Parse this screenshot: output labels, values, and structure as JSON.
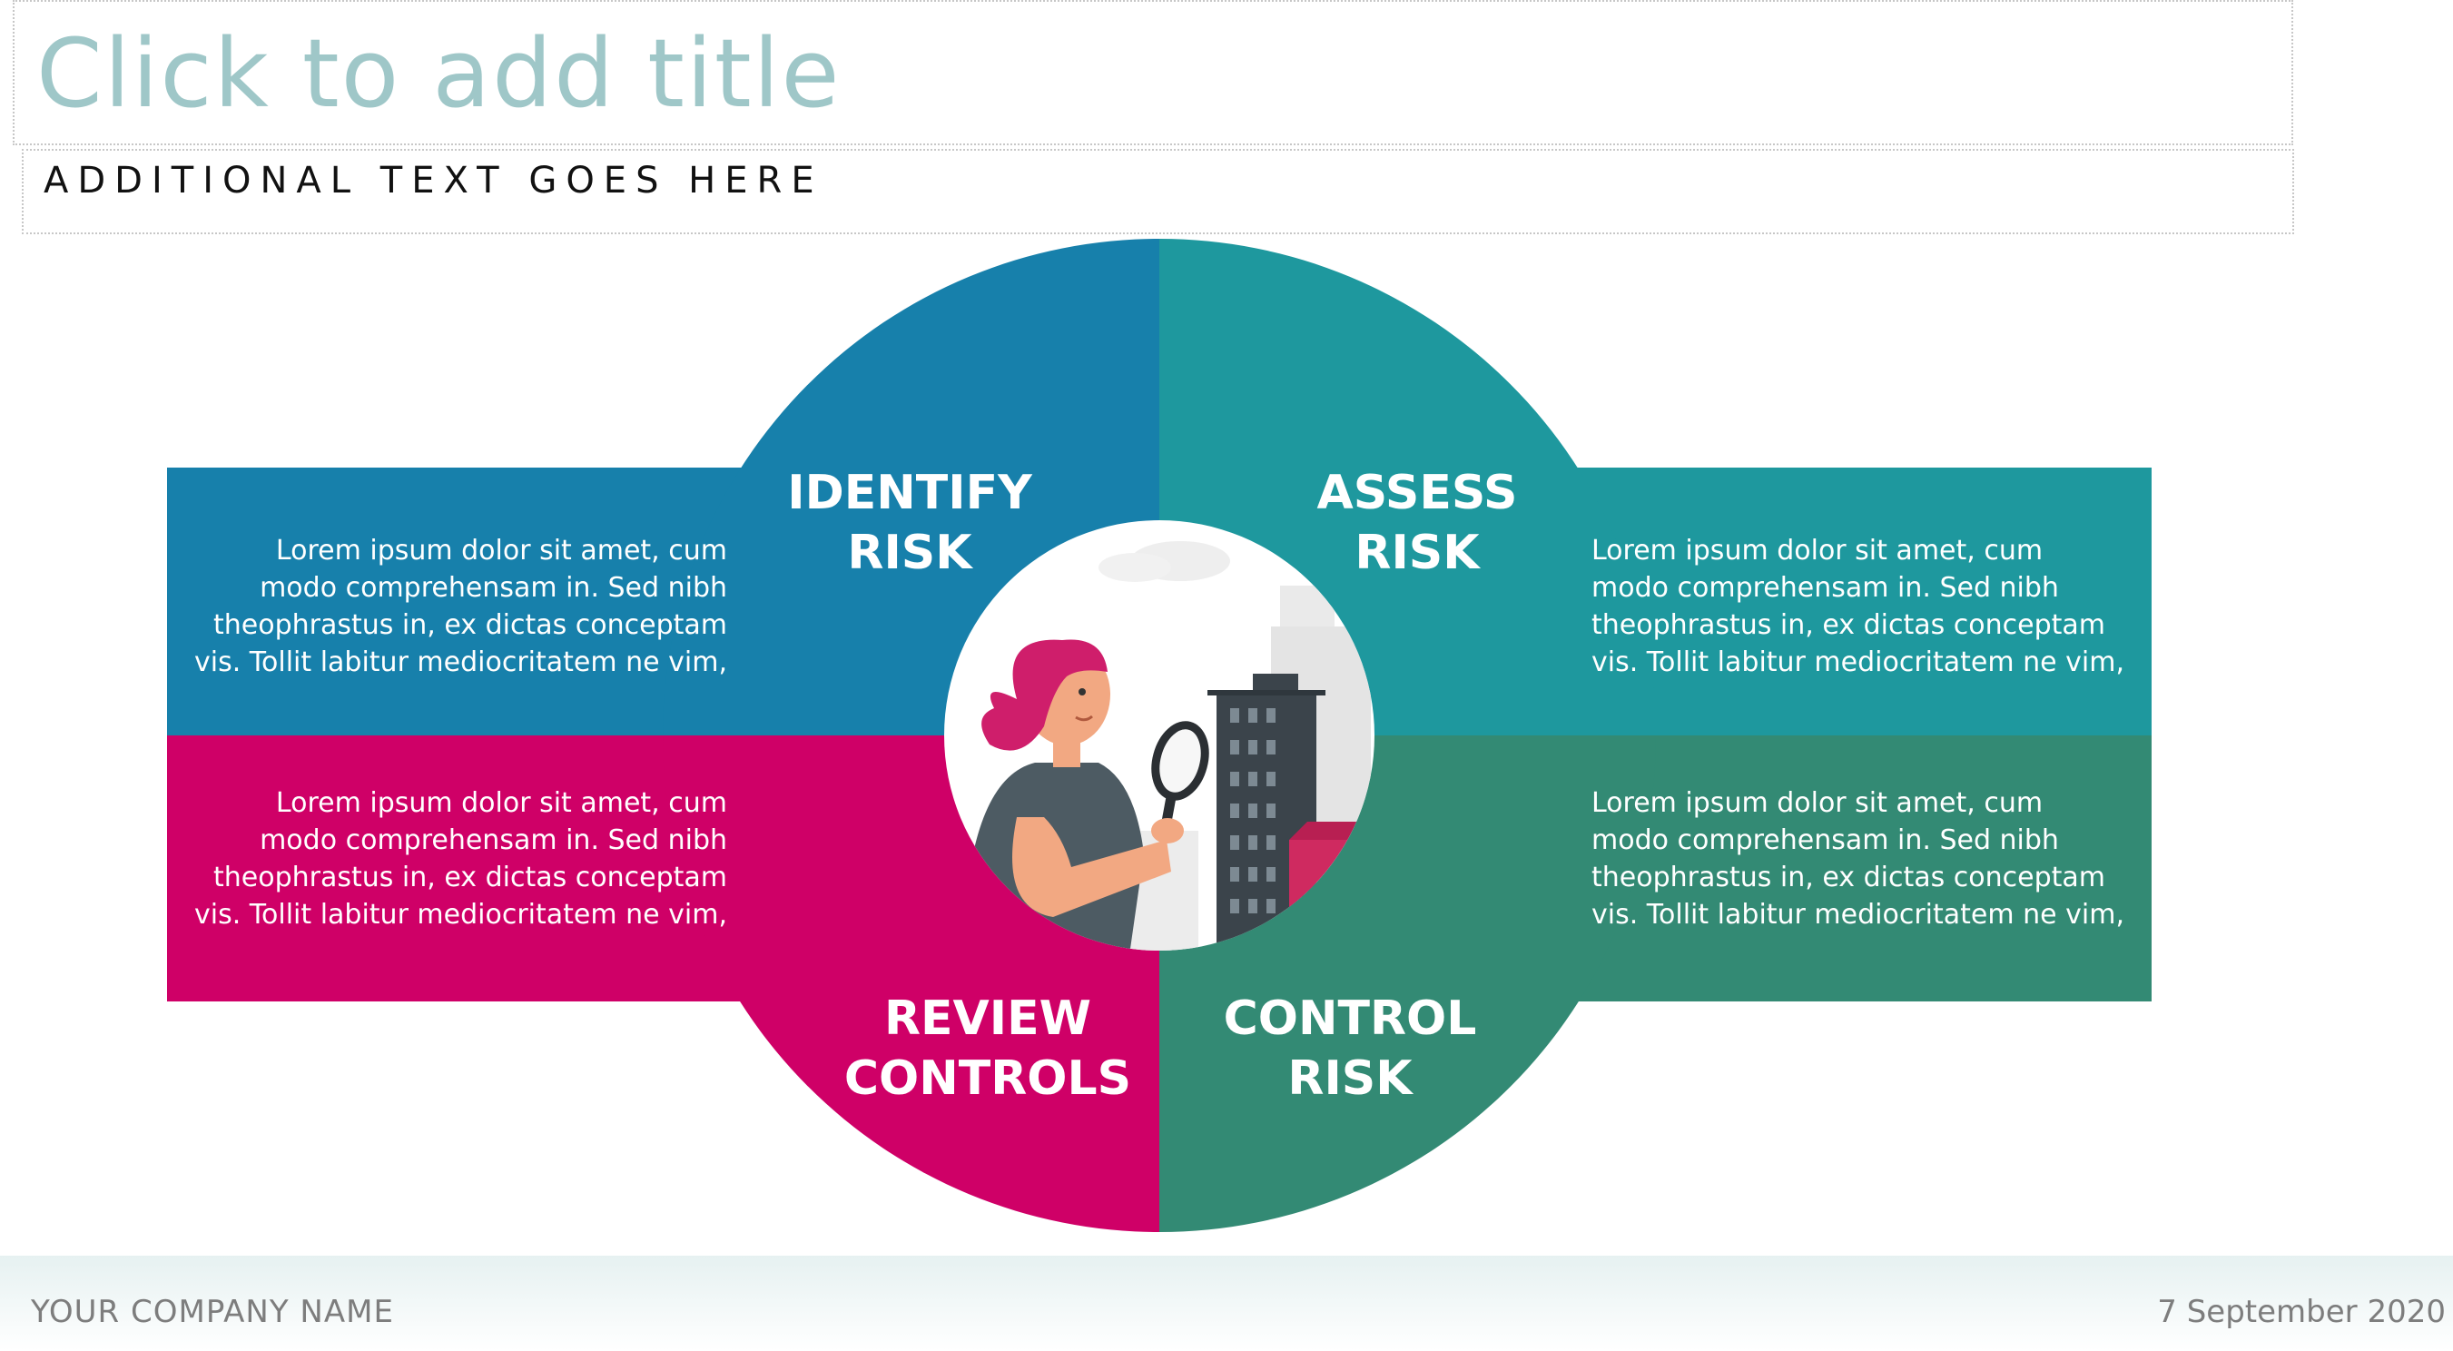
{
  "slide": {
    "title_placeholder": "Click to add title",
    "subtitle": "ADDITIONAL TEXT GOES HERE"
  },
  "quadrants": {
    "identify": {
      "label_line1": "IDENTIFY",
      "label_line2": "RISK",
      "color": "#1780ab",
      "text": [
        "Lorem ipsum dolor sit amet, cum",
        "modo comprehensam in. Sed nibh",
        "theophrastus in, ex dictas conceptam",
        "vis. Tollit labitur mediocritatem ne vim,"
      ]
    },
    "assess": {
      "label_line1": "ASSESS",
      "label_line2": "RISK",
      "color": "#1e989e",
      "text": [
        "Lorem ipsum dolor sit amet, cum",
        "modo comprehensam in. Sed nibh",
        "theophrastus in, ex dictas conceptam",
        "vis. Tollit labitur mediocritatem ne vim,"
      ]
    },
    "review": {
      "label_line1": "REVIEW",
      "label_line2": "CONTROLS",
      "color": "#cf0067",
      "text": [
        "Lorem ipsum dolor sit amet, cum",
        "modo comprehensam in. Sed nibh",
        "theophrastus in, ex dictas conceptam",
        "vis. Tollit labitur mediocritatem ne vim,"
      ]
    },
    "control": {
      "label_line1": "CONTROL",
      "label_line2": "RISK",
      "color": "#338a74",
      "text": [
        "Lorem ipsum dolor sit amet, cum",
        "modo comprehensam in. Sed nibh",
        "theophrastus in, ex dictas conceptam",
        "vis. Tollit labitur mediocritatem ne vim,"
      ]
    }
  },
  "illustration": {
    "icon": "woman-with-magnifier-icon"
  },
  "footer": {
    "company": "YOUR COMPANY NAME",
    "date": "7 September 2020"
  }
}
